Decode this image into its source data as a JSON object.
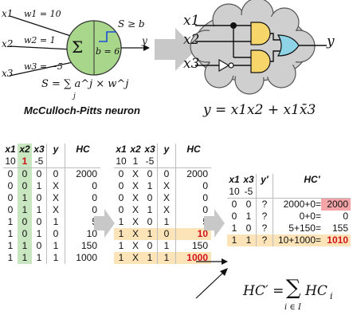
{
  "neuron": {
    "inputs": [
      "x1",
      "x2",
      "x3"
    ],
    "weights": [
      "w1 = 10",
      "w2 = 1",
      "w3 = −5"
    ],
    "sum_symbol": "Σ",
    "threshold": "b = 6",
    "condition": "S ≥ b",
    "output": "y",
    "formula": "S = ∑ a^j × w^j",
    "formula_index": "j",
    "caption": "McCulloch-Pitts neuron"
  },
  "circuit": {
    "inputs": [
      "x1",
      "x2",
      "x3"
    ],
    "output": "y",
    "equation": "y = x1x2 + x1x̄3"
  },
  "table1": {
    "headers": [
      "x1",
      "x2",
      "x3",
      "y",
      "HC"
    ],
    "weights": [
      "10",
      "1",
      "-5"
    ],
    "rows": [
      [
        "0",
        "0",
        "0",
        "0",
        "2000"
      ],
      [
        "0",
        "0",
        "1",
        "X",
        "0"
      ],
      [
        "0",
        "1",
        "0",
        "X",
        "0"
      ],
      [
        "0",
        "1",
        "1",
        "X",
        "0"
      ],
      [
        "1",
        "0",
        "0",
        "1",
        "5"
      ],
      [
        "1",
        "0",
        "1",
        "0",
        "10"
      ],
      [
        "1",
        "1",
        "0",
        "1",
        "150"
      ],
      [
        "1",
        "1",
        "1",
        "1",
        "1000"
      ]
    ]
  },
  "table2": {
    "headers": [
      "x1",
      "x2",
      "x3",
      "y",
      "HC"
    ],
    "weights": [
      "10",
      "1",
      "-5"
    ],
    "rows": [
      [
        "0",
        "X",
        "0",
        "0",
        "2000"
      ],
      [
        "0",
        "X",
        "1",
        "X",
        "0"
      ],
      [
        "0",
        "X",
        "0",
        "X",
        "0"
      ],
      [
        "0",
        "X",
        "1",
        "X",
        "0"
      ],
      [
        "1",
        "X",
        "0",
        "1",
        "5"
      ],
      [
        "1",
        "X",
        "1",
        "0",
        "10"
      ],
      [
        "1",
        "X",
        "0",
        "1",
        "150"
      ],
      [
        "1",
        "X",
        "1",
        "1",
        "1000"
      ]
    ]
  },
  "table3": {
    "headers": [
      "x1",
      "x3",
      "y′",
      "HC′"
    ],
    "weights": [
      "10",
      "-5"
    ],
    "rows": [
      [
        "0",
        "0",
        "?",
        "2000+0=",
        "2000"
      ],
      [
        "0",
        "1",
        "?",
        "0+0=",
        "0"
      ],
      [
        "1",
        "0",
        "?",
        "5+150=",
        "155"
      ],
      [
        "1",
        "1",
        "?",
        "10+1000=",
        "1010"
      ]
    ]
  },
  "hc_formula": {
    "lhs": "HC′ =",
    "sum": "∑",
    "index": "i ∈ I",
    "term": "HC",
    "sub": "i"
  },
  "colors": {
    "green_column": "#c8e6bf",
    "highlight_rows": "#fde4b8",
    "red_cells": "#f4a3a7",
    "red_text": "#d0121b",
    "neuron_fill": "#a8d68a",
    "arrow_gray": "#c8c8c8"
  }
}
